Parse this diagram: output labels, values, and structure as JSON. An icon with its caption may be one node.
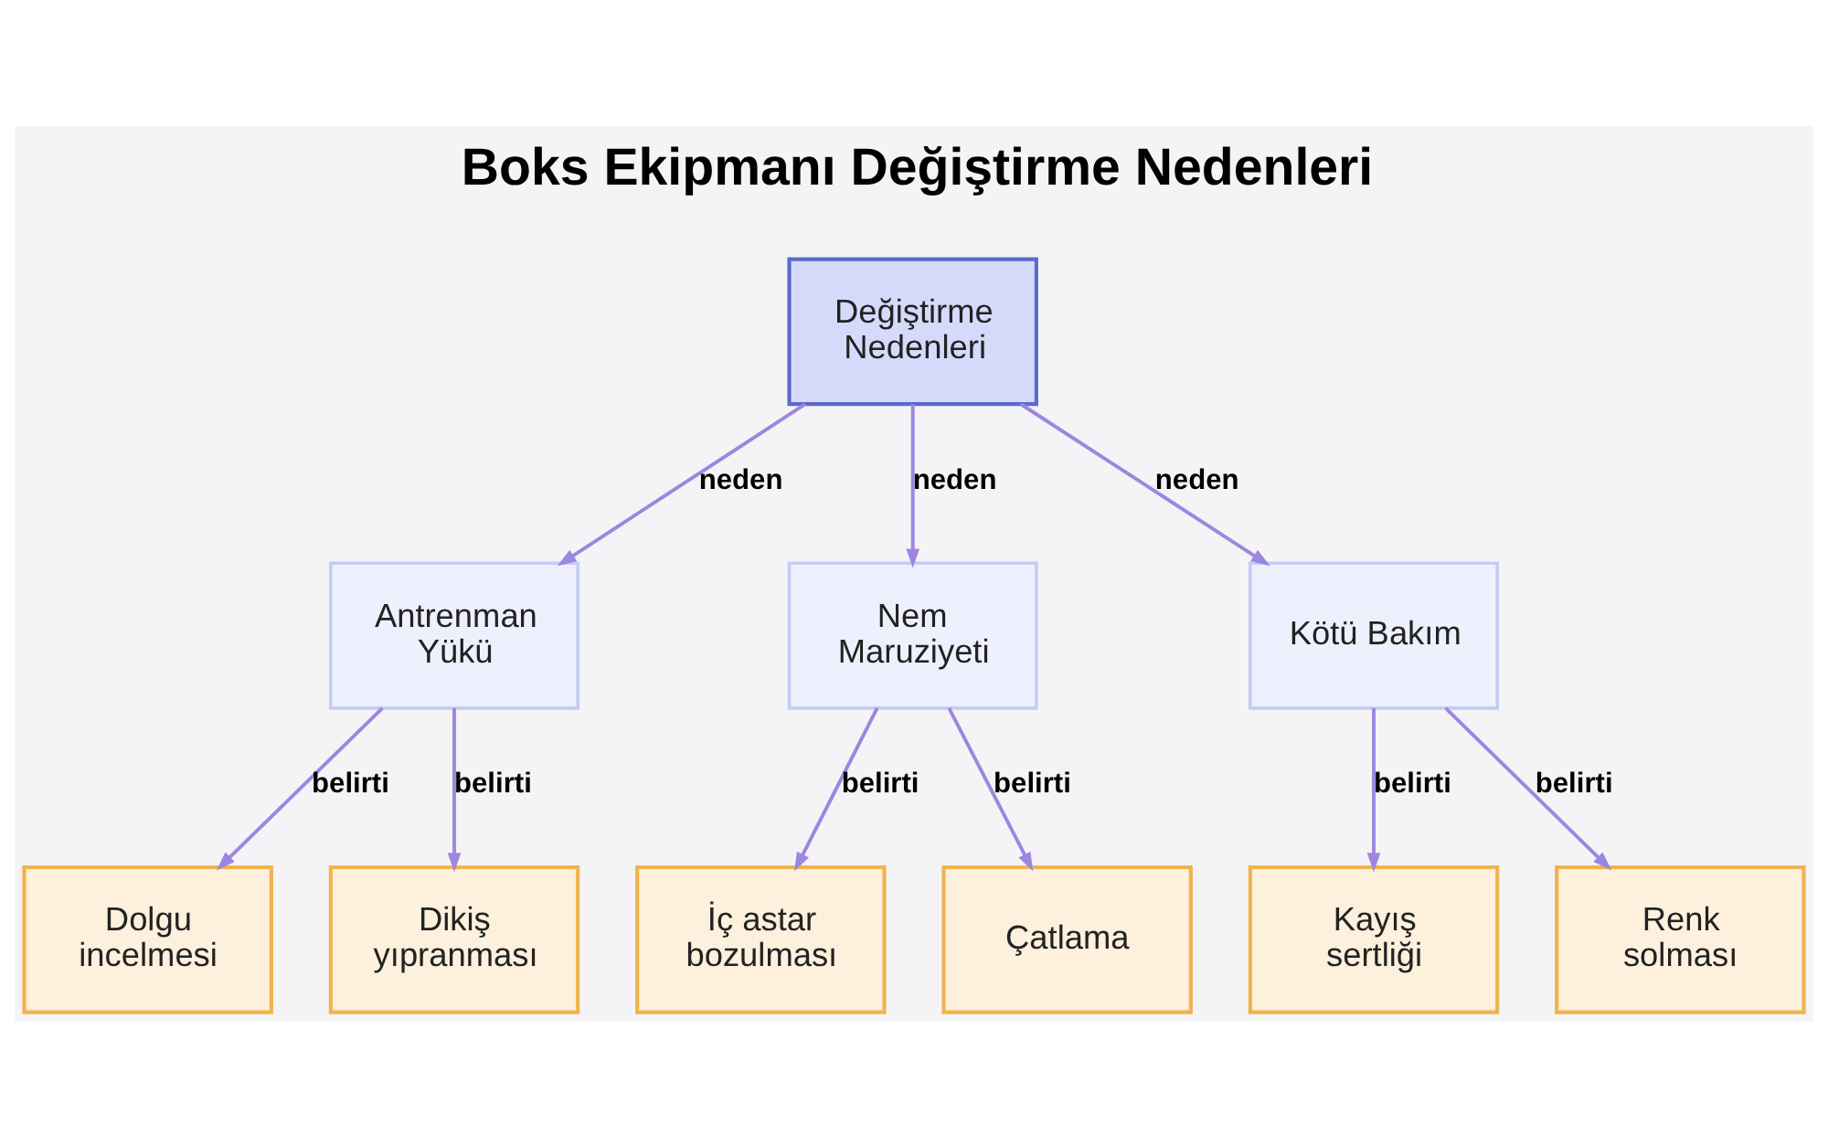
{
  "diagram": {
    "title": "Boks Ekipmanı Değiştirme Nedenleri",
    "nodes": [
      {
        "text": [
          "Değiştirme Nedenleri"
        ]
      },
      {
        "text": [
          "Antrenman Yükü"
        ]
      },
      {
        "text": [
          "Nem Maruziyeti"
        ]
      },
      {
        "text": [
          "Kötü Bakım"
        ]
      },
      {
        "text": [
          "Dolgu incelmesi"
        ]
      },
      {
        "text": [
          "Dikiş yıpranması"
        ]
      },
      {
        "text": [
          "İç astar bozulması"
        ]
      },
      {
        "text": [
          "Çatlama"
        ]
      },
      {
        "text": [
          "Kayış sertliği"
        ]
      },
      {
        "text": [
          "Renk solması"
        ]
      }
    ],
    "edges": [
      {
        "from": 0,
        "to": 1,
        "arrow": "to",
        "label": "neden"
      },
      {
        "from": 0,
        "to": 2,
        "arrow": "to",
        "label": "neden"
      },
      {
        "from": 0,
        "to": 3,
        "arrow": "to",
        "label": "neden"
      },
      {
        "from": 1,
        "to": 4,
        "arrow": "to",
        "label": "belirti"
      },
      {
        "from": 1,
        "to": 5,
        "arrow": "to",
        "label": "belirti"
      },
      {
        "from": 2,
        "to": 6,
        "arrow": "to",
        "label": "belirti"
      },
      {
        "from": 2,
        "to": 7,
        "arrow": "to",
        "label": "belirti"
      },
      {
        "from": 3,
        "to": 8,
        "arrow": "to",
        "label": "belirti"
      },
      {
        "from": 3,
        "to": 9,
        "arrow": "to",
        "label": "belirti"
      }
    ]
  }
}
